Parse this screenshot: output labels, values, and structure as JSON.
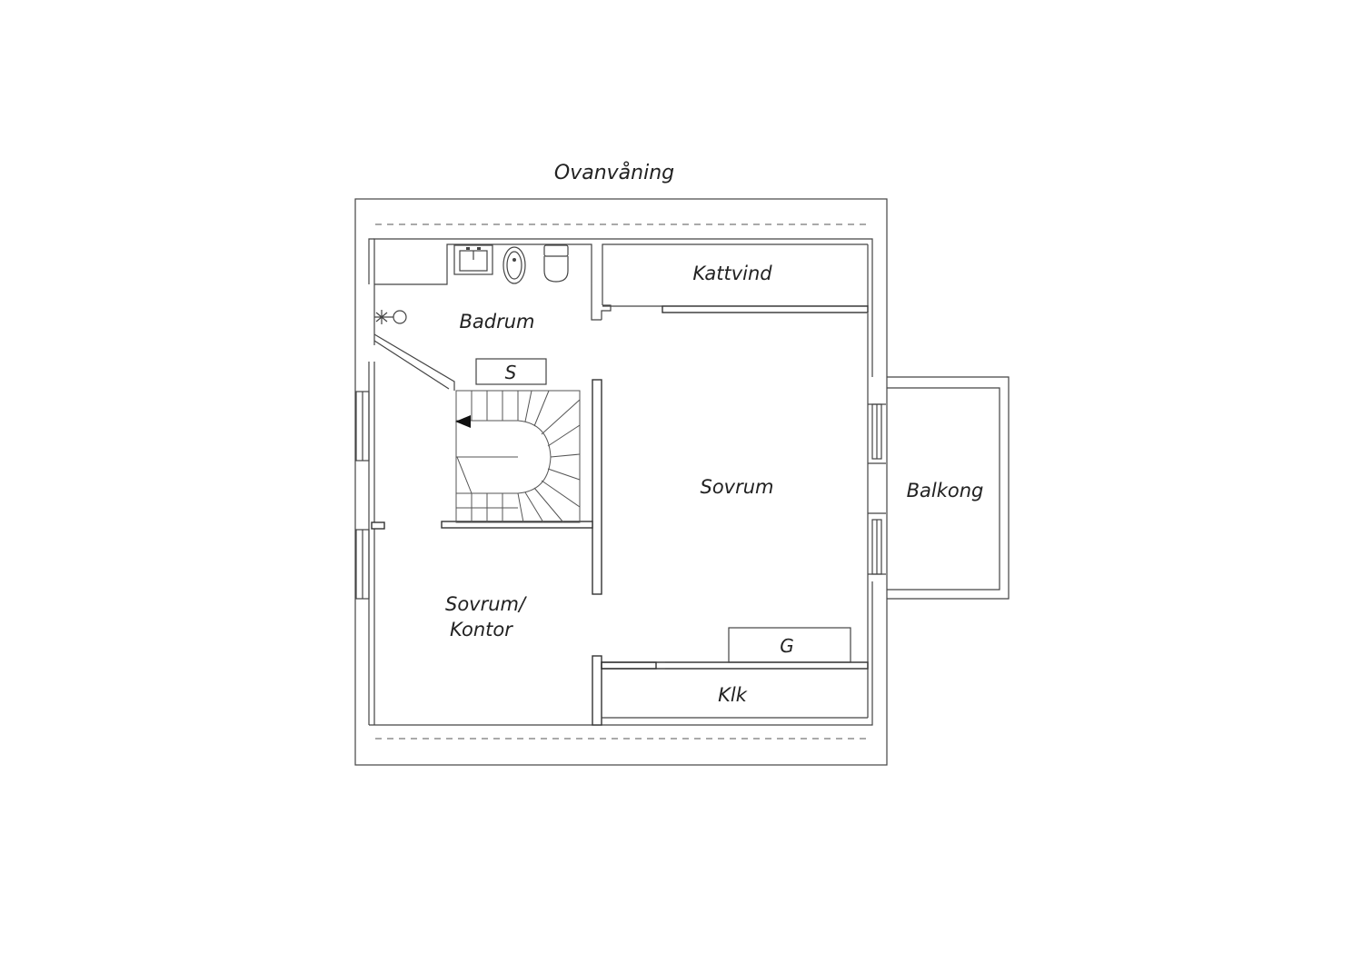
{
  "plan": {
    "floor_title": "Ovanvåning",
    "rooms": {
      "kattvind": "Kattvind",
      "badrum": "Badrum",
      "sovrum": "Sovrum",
      "balkong": "Balkong",
      "sovrum_kontor_line1": "Sovrum/",
      "sovrum_kontor_line2": "Kontor",
      "klk": "Klk"
    },
    "fixtures": {
      "s": "S",
      "g": "G"
    }
  }
}
